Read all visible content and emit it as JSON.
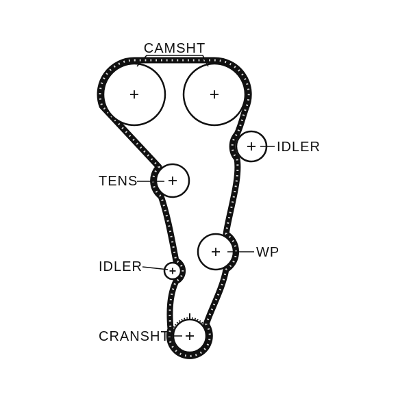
{
  "diagram": {
    "kind": "timing-belt-routing",
    "colors": {
      "belt": "#111111",
      "line": "#111111",
      "background": "#ffffff",
      "pulley_fill": "#ffffff"
    },
    "labels": {
      "camshaft": "CAMSHT",
      "idler_right": "IDLER",
      "tensioner": "TENS",
      "water_pump": "WP",
      "idler_left": "IDLER",
      "crankshaft": "CRANSHT"
    },
    "components": [
      {
        "name": "camshaft-pulley-left",
        "label": "CAMSHT"
      },
      {
        "name": "camshaft-pulley-right",
        "label": "CAMSHT"
      },
      {
        "name": "idler-pulley-right",
        "label": "IDLER"
      },
      {
        "name": "tensioner-pulley",
        "label": "TENS"
      },
      {
        "name": "water-pump-pulley",
        "label": "WP"
      },
      {
        "name": "idler-pulley-left",
        "label": "IDLER"
      },
      {
        "name": "crankshaft-pulley",
        "label": "CRANSHT"
      }
    ],
    "marker": "+"
  }
}
